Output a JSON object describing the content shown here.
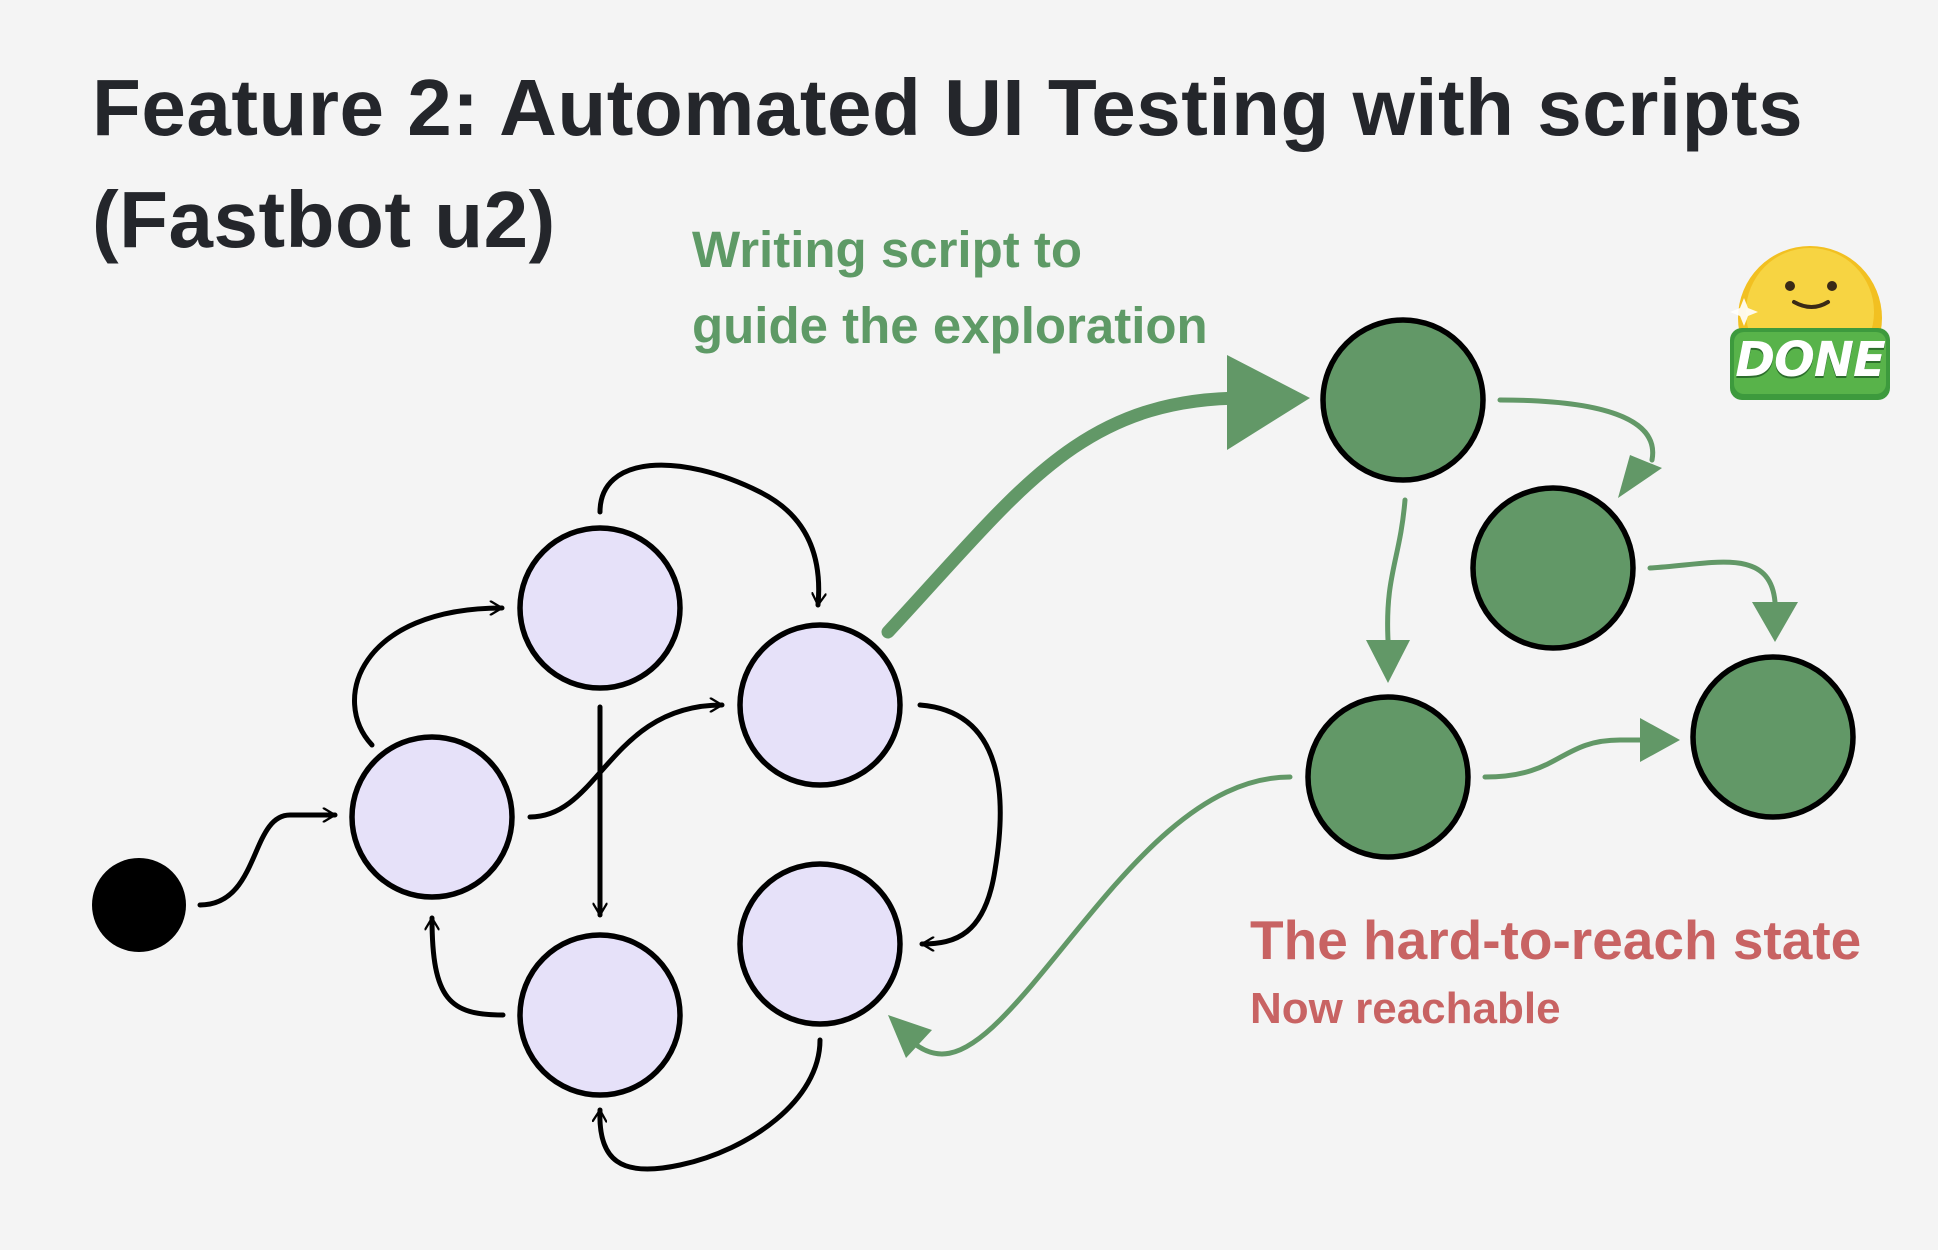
{
  "title": {
    "line1": "Feature 2: Automated UI Testing with scripts",
    "line2": "(Fastbot u2)"
  },
  "annotations": {
    "script_note": [
      "Writing script to",
      "guide the exploration"
    ],
    "hard_state_title": "The hard-to-reach state",
    "hard_state_subtitle": "Now reachable"
  },
  "badge": {
    "label": "DONE",
    "icon": "smiling-face-done-sticker"
  },
  "colors": {
    "background": "#f4f4f4",
    "title": "#24262b",
    "explored_state_fill": "#e6e1f9",
    "scripted_state_fill": "#629867",
    "script_path": "#629867",
    "note_green": "#5e9a66",
    "note_red": "#c86363",
    "edge_black": "#000000"
  },
  "graph": {
    "start": {
      "id": "start",
      "kind": "start-state"
    },
    "explored_states": [
      "s1",
      "s2",
      "s3",
      "s4",
      "s5"
    ],
    "scripted_states": [
      "g1",
      "g2",
      "g3",
      "g4"
    ]
  }
}
